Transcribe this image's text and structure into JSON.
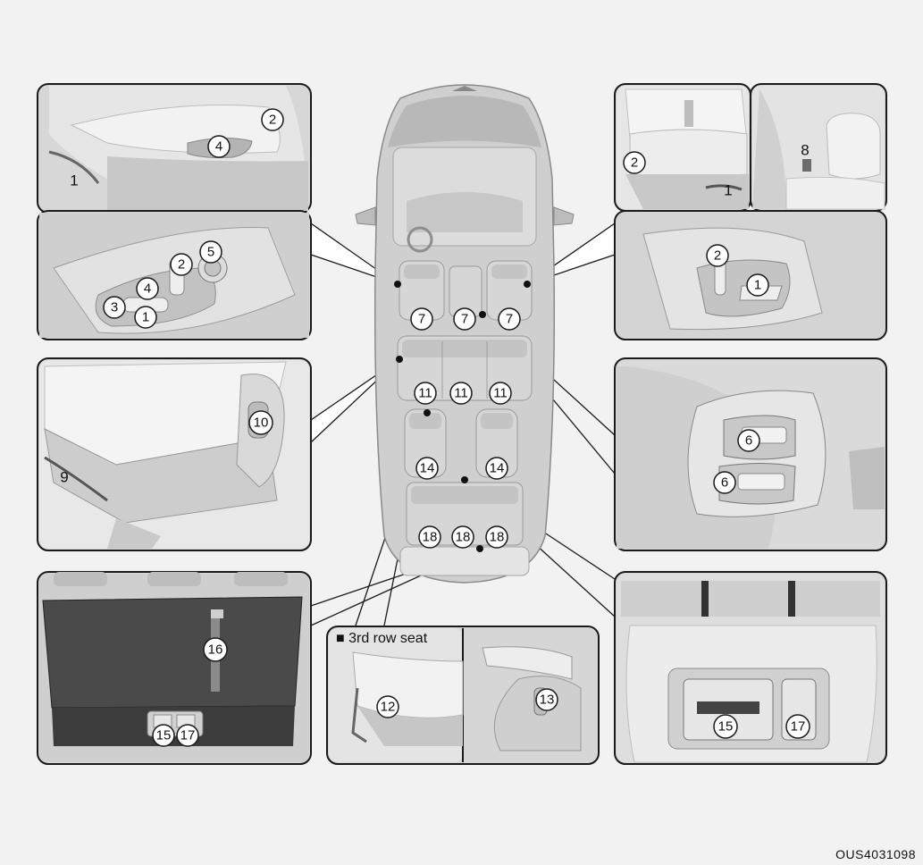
{
  "figure_code": "OUS4031098",
  "inset_label": "■ 3rd row seat",
  "panels": {
    "front_seat_side": {
      "callouts": [
        "1",
        "2",
        "4"
      ]
    },
    "driver_power_switch": {
      "callouts": [
        "2",
        "5",
        "4",
        "3",
        "1"
      ]
    },
    "passenger_seat": {
      "callouts": [
        "2",
        "1"
      ]
    },
    "headrest": {
      "callouts": [
        "8"
      ]
    },
    "passenger_power_switch": {
      "callouts": [
        "2",
        "1"
      ]
    },
    "second_row_bench": {
      "callouts": [
        "10",
        "9"
      ]
    },
    "heater_switch": {
      "callouts": [
        "6",
        "6"
      ]
    },
    "seat_back": {
      "callouts": [
        "16",
        "15",
        "17"
      ]
    },
    "third_row_seat": {
      "callouts": [
        "12",
        "13"
      ]
    },
    "rear_console": {
      "callouts": [
        "15",
        "17"
      ]
    }
  },
  "vehicle": {
    "row1": [
      "7",
      "7",
      "7"
    ],
    "row2": [
      "11",
      "11",
      "11"
    ],
    "captain": [
      "14",
      "14"
    ],
    "row3": [
      "18",
      "18",
      "18"
    ]
  }
}
